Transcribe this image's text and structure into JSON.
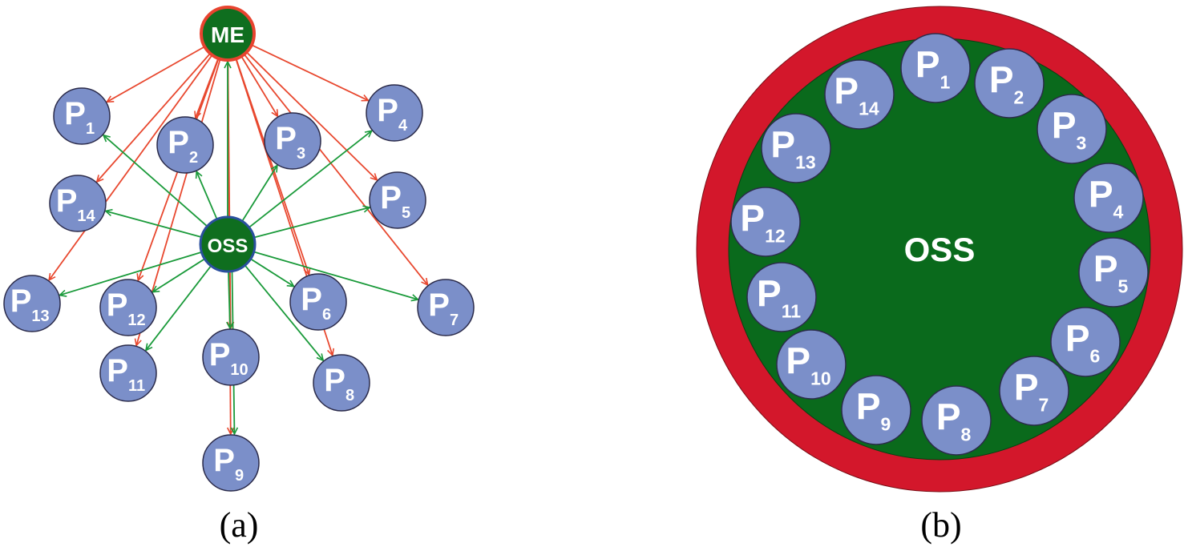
{
  "colors": {
    "node_fill": "#7b8fc9",
    "node_stroke": "#2b2b4a",
    "hub_fill": "#0f6e1f",
    "me_ring": "#e8432f",
    "red_arrow": "#e8482f",
    "green_arrow": "#1a9a3a",
    "outer_ring": "#d3172b",
    "inner_disc": "#0a6a1c"
  },
  "panel_a": {
    "caption": "(a)",
    "me": {
      "label": "ME"
    },
    "oss": {
      "label": "OSS"
    },
    "nodes": [
      {
        "prefix": "P",
        "sub": "1"
      },
      {
        "prefix": "P",
        "sub": "2"
      },
      {
        "prefix": "P",
        "sub": "3"
      },
      {
        "prefix": "P",
        "sub": "4"
      },
      {
        "prefix": "P",
        "sub": "5"
      },
      {
        "prefix": "P",
        "sub": "6"
      },
      {
        "prefix": "P",
        "sub": "7"
      },
      {
        "prefix": "P",
        "sub": "8"
      },
      {
        "prefix": "P",
        "sub": "9"
      },
      {
        "prefix": "P",
        "sub": "10"
      },
      {
        "prefix": "P",
        "sub": "11"
      },
      {
        "prefix": "P",
        "sub": "12"
      },
      {
        "prefix": "P",
        "sub": "13"
      },
      {
        "prefix": "P",
        "sub": "14"
      }
    ]
  },
  "panel_b": {
    "caption": "(b)",
    "center_label": "OSS",
    "nodes": [
      {
        "prefix": "P",
        "sub": "1"
      },
      {
        "prefix": "P",
        "sub": "2"
      },
      {
        "prefix": "P",
        "sub": "3"
      },
      {
        "prefix": "P",
        "sub": "4"
      },
      {
        "prefix": "P",
        "sub": "5"
      },
      {
        "prefix": "P",
        "sub": "6"
      },
      {
        "prefix": "P",
        "sub": "7"
      },
      {
        "prefix": "P",
        "sub": "8"
      },
      {
        "prefix": "P",
        "sub": "9"
      },
      {
        "prefix": "P",
        "sub": "10"
      },
      {
        "prefix": "P",
        "sub": "11"
      },
      {
        "prefix": "P",
        "sub": "12"
      },
      {
        "prefix": "P",
        "sub": "13"
      },
      {
        "prefix": "P",
        "sub": "14"
      }
    ]
  }
}
